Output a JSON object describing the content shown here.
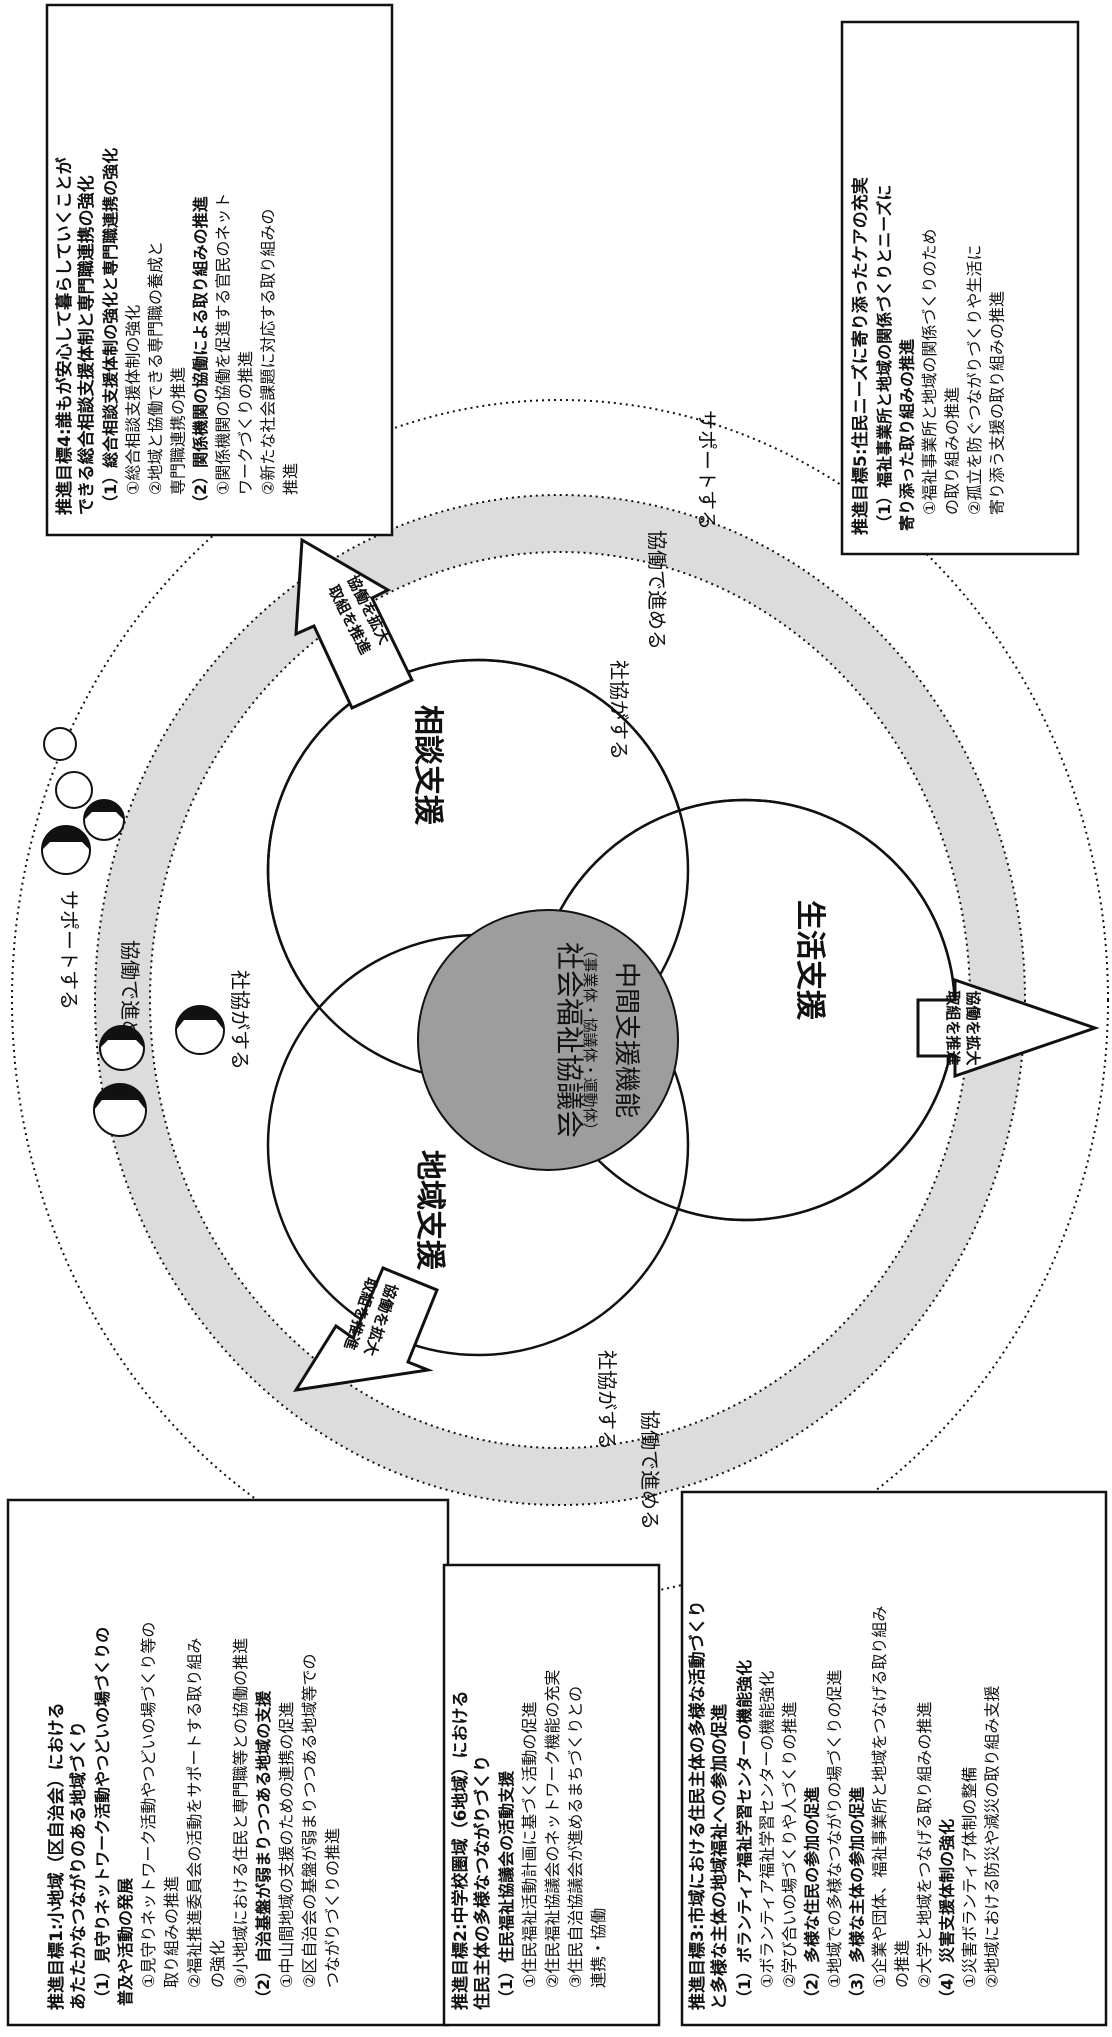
{
  "center": {
    "title": "社会福祉協議会",
    "subtitle": "（事業体・協議体・運動体）",
    "function": "中間支援機能"
  },
  "circles": {
    "sodan": "相談支援",
    "seikatsu": "生活支援",
    "chiiki": "地域支援"
  },
  "ring_labels": {
    "support": "サポートする",
    "kyodo": "協働で進める",
    "shakyo": "社協がする"
  },
  "arrows": {
    "label_1": "協働を拡大",
    "label_2": "取組を推進"
  },
  "box4": {
    "title_1": "推進目標4:誰もが安心して暮らしていくことが",
    "title_2": "できる総合相談支援体制と専門職連携の強化",
    "lines": [
      {
        "text": "（1）総合相談支援体制の強化と専門職連携の強化",
        "bold": true
      },
      {
        "text": "①総合相談支援体制の強化",
        "bold": false
      },
      {
        "text": "②地域と協働できる専門職の養成と",
        "bold": false
      },
      {
        "text": "専門職連携の推進",
        "bold": false
      },
      {
        "text": "（2）関係機関の協働による取り組みの推進",
        "bold": true
      },
      {
        "text": "①関係機関の協働を促進する官民のネット",
        "bold": false
      },
      {
        "text": "ワークづくりの推進",
        "bold": false
      },
      {
        "text": "②新たな社会課題に対応する取り組みの",
        "bold": false
      },
      {
        "text": "推進",
        "bold": false
      }
    ]
  },
  "box5": {
    "title_1": "推進目標5:住民ニーズに寄り添ったケアの充実",
    "lines": [
      {
        "text": "（1）福祉事業所と地域の関係づくりとニーズに",
        "bold": true
      },
      {
        "text": "寄り添った取り組みの推進",
        "bold": true
      },
      {
        "text": "①福祉事業所と地域の関係づくりのため",
        "bold": false
      },
      {
        "text": "の取り組みの推進",
        "bold": false
      },
      {
        "text": "②孤立を防ぐつながりづくりや生活に",
        "bold": false
      },
      {
        "text": "寄り添う支援の取り組みの推進",
        "bold": false
      }
    ]
  },
  "box1": {
    "title_1": "推進目標1:小地域（区自治会）における",
    "title_2": "あたたかなつながりのある地域づくり",
    "lines": [
      {
        "text": "（1）見守りネットワーク活動やつどいの場づくりの",
        "bold": true
      },
      {
        "text": "普及や活動の発展",
        "bold": true
      },
      {
        "text": "①見守りネットワーク活動やつどいの場づくり等の",
        "bold": false
      },
      {
        "text": "取り組みの推進",
        "bold": false
      },
      {
        "text": "②福祉推進委員会の活動をサポートする取り組み",
        "bold": false
      },
      {
        "text": "の強化",
        "bold": false
      },
      {
        "text": "③小地域における住民と専門職等との協働の推進",
        "bold": false
      },
      {
        "text": "（2）自治基盤が弱まりつつある地域の支援",
        "bold": true
      },
      {
        "text": "①中山間地域の支援のための連携の促進",
        "bold": false
      },
      {
        "text": "②区自治会の基盤が弱まりつつある地域等での",
        "bold": false
      },
      {
        "text": "つながりづくりの推進",
        "bold": false
      }
    ]
  },
  "box2": {
    "title_1": "推進目標2:中学校圏域（6地域）における",
    "title_2": "住民主体の多様なつながりづくり",
    "lines": [
      {
        "text": "（1）住民福祉協議会の活動支援",
        "bold": true
      },
      {
        "text": "①住民福祉活動計画に基づく活動の促進",
        "bold": false
      },
      {
        "text": "②住民福祉協議会のネットワーク機能の充実",
        "bold": false
      },
      {
        "text": "③住民自治協議会が進めるまちづくりとの",
        "bold": false
      },
      {
        "text": "連携・協働",
        "bold": false
      }
    ]
  },
  "box3": {
    "title_1": "推進目標3:市域における住民主体の多様な活動づくり",
    "title_2": "と多様な主体の地域福祉への参加の促進",
    "lines": [
      {
        "text": "（1）ボランティア福祉学習センターの機能強化",
        "bold": true
      },
      {
        "text": "①ボランティア福祉学習センターの機能強化",
        "bold": false
      },
      {
        "text": "②学び合いの場づくりや人づくりの推進",
        "bold": false
      },
      {
        "text": "（2）多様な住民の参加の促進",
        "bold": true
      },
      {
        "text": "①地域での多様なつながりの場づくりの促進",
        "bold": false
      },
      {
        "text": "（3）多様な主体の参加の促進",
        "bold": true
      },
      {
        "text": "①企業や団体、福祉事業所と地域をつなげる取り組み",
        "bold": false
      },
      {
        "text": "の推進",
        "bold": false
      },
      {
        "text": "②大学と地域をつなげる取り組みの推進",
        "bold": false
      },
      {
        "text": "（4）災害支援体制の強化",
        "bold": true
      },
      {
        "text": "①災害ボランティア体制の整備",
        "bold": false
      },
      {
        "text": "②地域における防災や減災の取り組み支援",
        "bold": false
      }
    ]
  },
  "colors": {
    "ring_outer": "#ffffff",
    "ring_mid": "#dcdcdc",
    "center_fill": "#9d9d9d",
    "stroke": "#111111"
  }
}
